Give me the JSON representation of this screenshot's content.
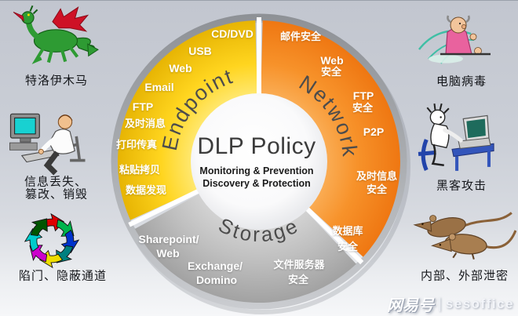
{
  "colors": {
    "background_top": "#C2C6CF",
    "background_bottom": "#F6F7F9",
    "endpoint_inner": "#FFE871",
    "endpoint_outer": "#E5B201",
    "network_inner": "#FAAD55",
    "network_outer": "#EE7510",
    "storage_inner": "#D3D3D3",
    "storage_outer": "#A0A0A0",
    "arc_item_text": "#FFFFFF",
    "segment_name_text": "#4C4C4C",
    "center_title_text": "#3C3C3C"
  },
  "wheel": {
    "center": {
      "title": "DLP Policy",
      "subtitle1": "Monitoring & Prevention",
      "subtitle2": "Discovery & Protection"
    },
    "endpoint": {
      "name": "Endpoint",
      "items": [
        "CD/DVD",
        "USB",
        "Web",
        "Email",
        "FTP",
        "及时消息",
        "打印传真",
        "粘贴拷贝",
        "数据发现"
      ]
    },
    "network": {
      "name": "Network",
      "items": [
        [
          "邮件安全"
        ],
        [
          "Web",
          "安全"
        ],
        [
          "FTP",
          "安全"
        ],
        [
          "P2P"
        ],
        [
          "及时信息",
          "安全"
        ]
      ]
    },
    "storage": {
      "name": "Storage",
      "items": [
        [
          "Sharepoint/",
          "Web"
        ],
        [
          "Exchange/",
          "Domino"
        ],
        [
          "文件服务器",
          "安全"
        ],
        [
          "数据库",
          "安全"
        ]
      ]
    }
  },
  "threats": {
    "left": [
      {
        "icon": "trojan-horse-icon",
        "label": "特洛伊木马"
      },
      {
        "icon": "data-loss-icon",
        "label_line1": "信息丢失、",
        "label_line2": "篡改、销毁"
      },
      {
        "icon": "covert-channel-icon",
        "label": "陷门、隐蔽通道"
      }
    ],
    "right": [
      {
        "icon": "computer-virus-icon",
        "label": "电脑病毒"
      },
      {
        "icon": "hacker-attack-icon",
        "label": "黑客攻击"
      },
      {
        "icon": "leak-icon",
        "label": "内部、外部泄密"
      }
    ]
  },
  "ring_colors": [
    "#DD0000",
    "#00B44C",
    "#0033CC",
    "#008080",
    "#EEDD00",
    "#CC00CC",
    "#00CCCC",
    "#005500"
  ],
  "watermark": {
    "brand": "网易号",
    "divider": "|",
    "name": "sesoffice"
  }
}
